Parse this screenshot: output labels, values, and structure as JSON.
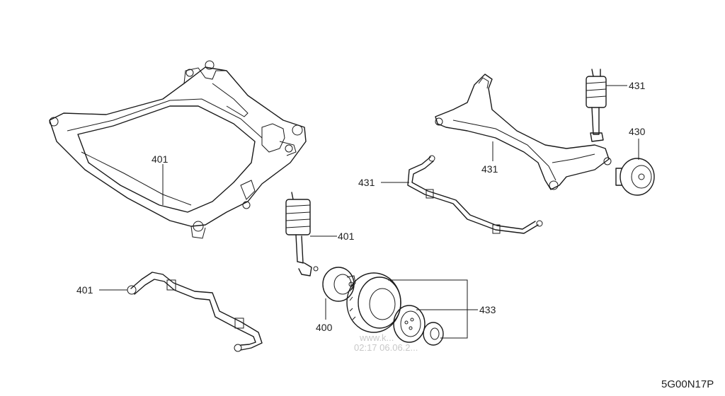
{
  "diagram": {
    "callouts": {
      "subframe": "401",
      "strut_front": "401",
      "stabilizer_front": "401",
      "hub_front": "400",
      "knuckle_assembly": "433",
      "rear_link": "431",
      "rear_strut": "431",
      "rear_stabilizer": "431",
      "rear_hub": "430"
    },
    "drawing_code": "5G00N17P",
    "watermark": {
      "line1": "www.k...",
      "line2": "02:17 06.06.2..."
    }
  }
}
